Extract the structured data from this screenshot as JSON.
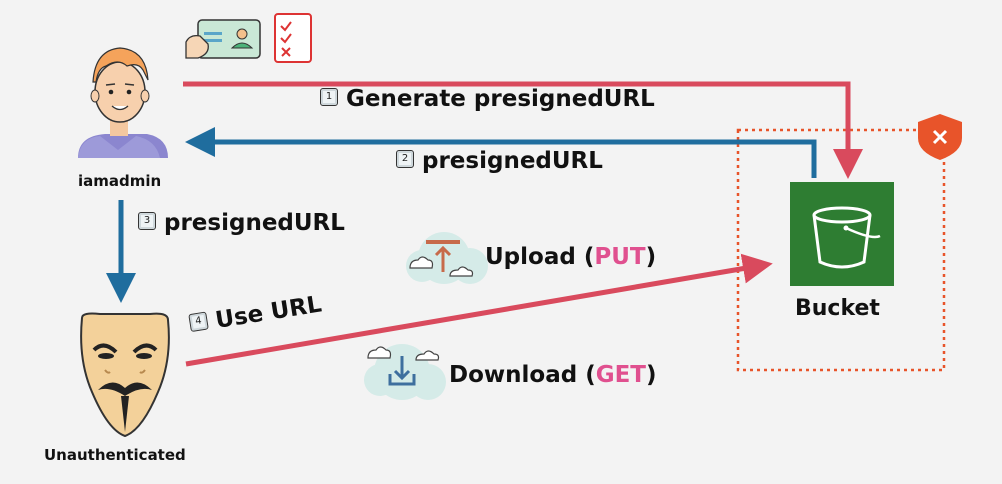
{
  "actors": {
    "admin": {
      "name": "iamadmin"
    },
    "user": {
      "name": "Unauthenticated"
    }
  },
  "bucket": {
    "name": "Bucket"
  },
  "steps": [
    {
      "number": "1",
      "label": "Generate presignedURL"
    },
    {
      "number": "2",
      "label": "presignedURL"
    },
    {
      "number": "3",
      "label": "presignedURL"
    },
    {
      "number": "4",
      "label": "Use URL"
    }
  ],
  "operations": {
    "upload": {
      "label": "Upload",
      "method": "PUT"
    },
    "download": {
      "label": "Download",
      "method": "GET"
    }
  },
  "colors": {
    "request": "#d94a5d",
    "response": "#1f6d9e",
    "s3": "#2e7d32",
    "deny": "#e8542a",
    "method_accent": "#e0508f",
    "background": "#f3f3f3"
  },
  "icons": {
    "admin_avatar": "person-icon",
    "user_avatar": "anonymous-mask-icon",
    "credentials": "id-card-icon",
    "permissions": "checklist-icon",
    "bucket": "s3-bucket-icon",
    "deny": "deny-shield-icon",
    "upload": "cloud-upload-icon",
    "download": "cloud-download-icon"
  }
}
